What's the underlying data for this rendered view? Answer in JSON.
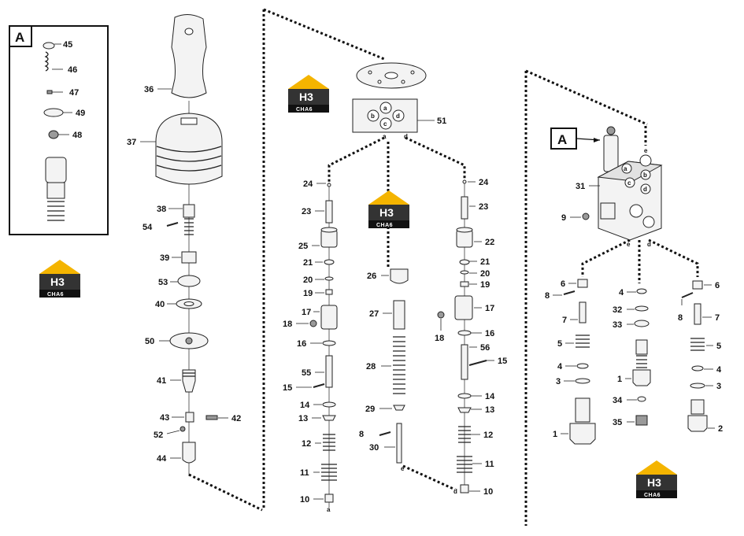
{
  "inset": {
    "letter": "A",
    "labels": [
      "45",
      "46",
      "47",
      "49",
      "48"
    ]
  },
  "logos": [
    {
      "top": "H3",
      "bottom": "CHA6"
    },
    {
      "top": "H3",
      "bottom": "CHA6"
    },
    {
      "top": "H3",
      "bottom": "CHA6"
    },
    {
      "top": "H3",
      "bottom": "CHA6"
    }
  ],
  "joystick": {
    "labels": [
      "36",
      "37",
      "38",
      "54",
      "39",
      "53",
      "40",
      "50",
      "41",
      "43",
      "42",
      "52",
      "44"
    ]
  },
  "head": {
    "labels": [
      "51"
    ],
    "ports": [
      "a",
      "b",
      "c",
      "d",
      "a",
      "d"
    ]
  },
  "left_stack": {
    "labels": [
      "24",
      "23",
      "25",
      "21",
      "20",
      "19",
      "17",
      "18",
      "16",
      "55",
      "15",
      "14",
      "13",
      "12",
      "11",
      "10"
    ],
    "port": "a"
  },
  "middle_stack": {
    "labels": [
      "26",
      "27",
      "28",
      "29",
      "8",
      "30"
    ],
    "port": "e"
  },
  "right_stack": {
    "labels": [
      "24",
      "23",
      "22",
      "21",
      "20",
      "19",
      "17",
      "18",
      "16",
      "56",
      "15",
      "14",
      "13",
      "12",
      "11",
      "10"
    ],
    "port": "d"
  },
  "valve": {
    "callout": "A",
    "labels": [
      "31",
      "9"
    ],
    "ports": [
      "e",
      "a",
      "b",
      "c",
      "d",
      "e",
      "d"
    ]
  },
  "valve_left": {
    "labels": [
      "6",
      "8",
      "7",
      "5",
      "4",
      "3",
      "1"
    ]
  },
  "valve_mid": {
    "labels": [
      "4",
      "32",
      "33",
      "1",
      "34",
      "35"
    ]
  },
  "valve_right": {
    "labels": [
      "6",
      "8",
      "7",
      "5",
      "4",
      "3",
      "2"
    ]
  }
}
